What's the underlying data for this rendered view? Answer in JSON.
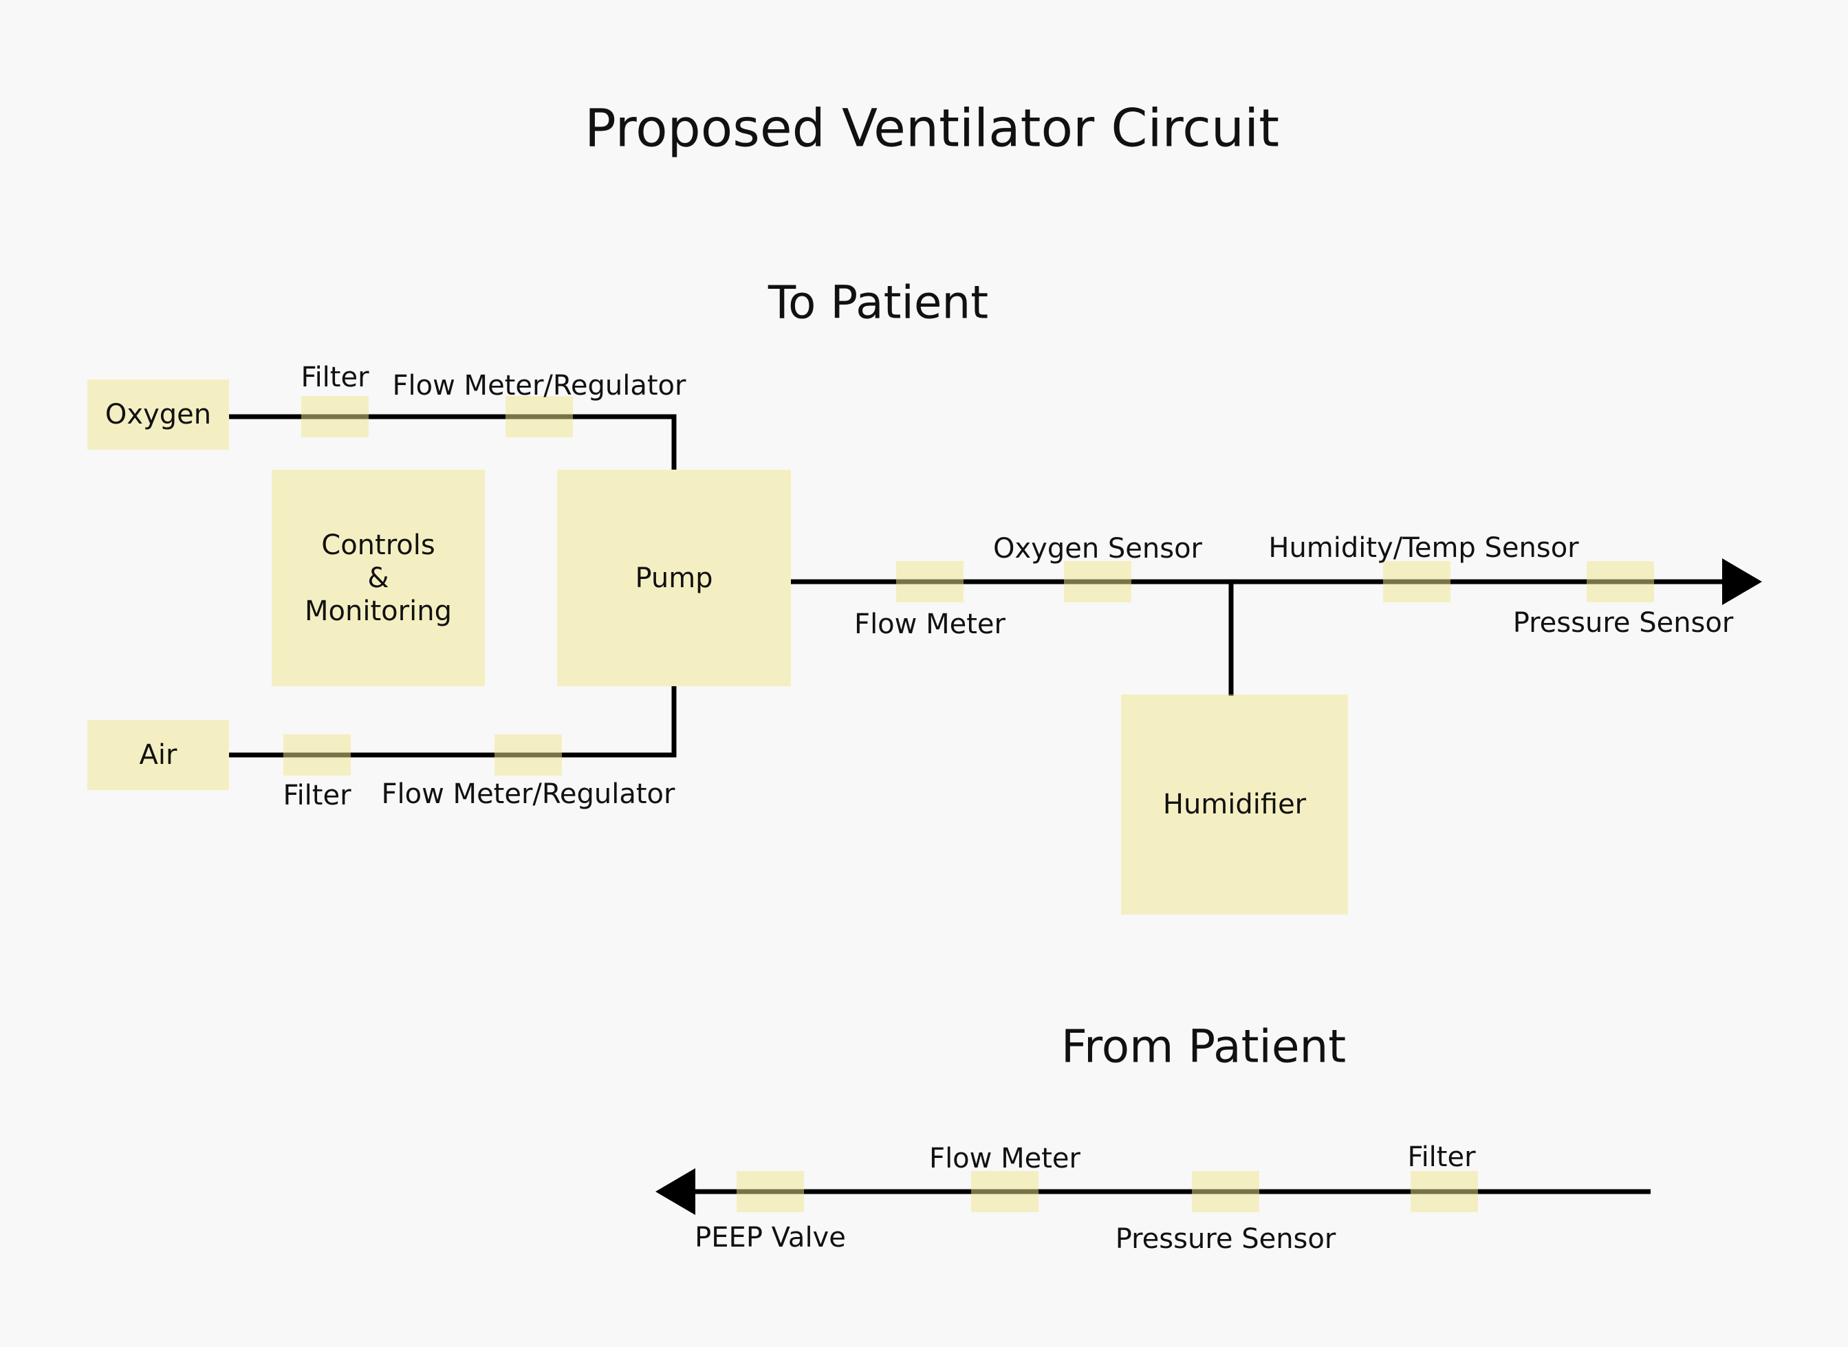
{
  "title": "Proposed Ventilator Circuit",
  "sections": {
    "to_patient": "To Patient",
    "from_patient": "From Patient"
  },
  "nodes": {
    "oxygen": "Oxygen",
    "air": "Air",
    "controls": {
      "lines": [
        "Controls",
        "&",
        "Monitoring"
      ]
    },
    "pump": "Pump",
    "humidifier": "Humidifier"
  },
  "components": {
    "filter_top": "Filter",
    "flow_meter_regulator_top": "Flow Meter/Regulator",
    "filter_air": "Filter",
    "flow_meter_regulator_air": "Flow Meter/Regulator",
    "flow_meter_main": "Flow Meter",
    "oxygen_sensor": "Oxygen Sensor",
    "humidity_temp_sensor": "Humidity/Temp Sensor",
    "pressure_sensor_main": "Pressure Sensor",
    "peep_valve": "PEEP Valve",
    "flow_meter_return": "Flow Meter",
    "pressure_sensor_return": "Pressure Sensor",
    "filter_return": "Filter"
  },
  "colors": {
    "background": "#f8f8f8",
    "component_fill": "#f0e68c",
    "line": "#000000",
    "text": "#111111"
  }
}
